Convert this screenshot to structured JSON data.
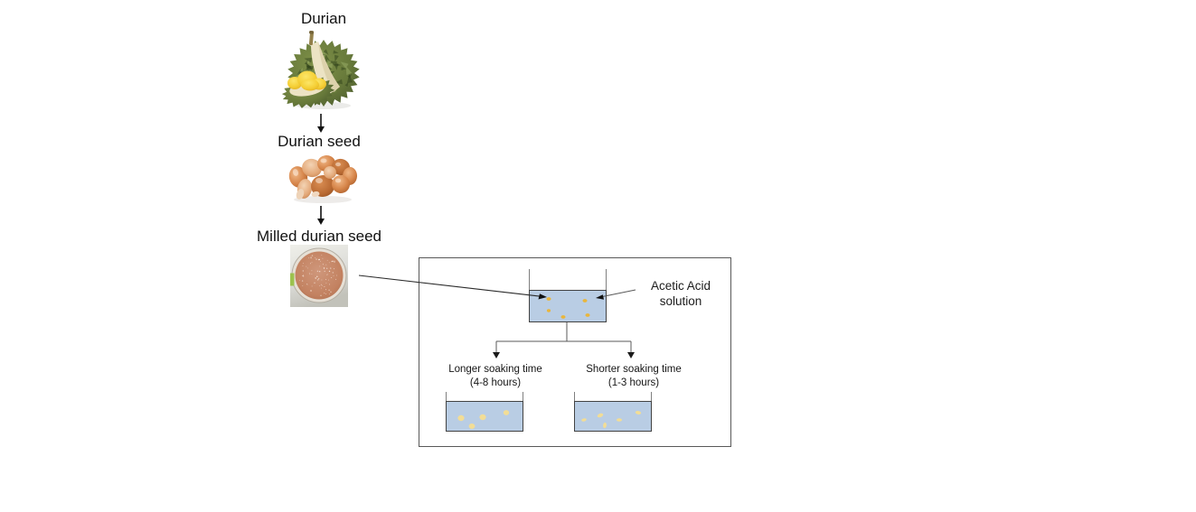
{
  "flow": {
    "step1_label": "Durian",
    "step2_label": "Durian seed",
    "step3_label": "Milled durian seed"
  },
  "box": {
    "acetic_label_line1": "Acetic Acid",
    "acetic_label_line2": "solution",
    "branch_left_line1": "Longer soaking time",
    "branch_left_line2": "(4-8 hours)",
    "branch_right_line1": "Shorter soaking time",
    "branch_right_line2": "(1-3 hours)"
  },
  "icons": {
    "durian_image": "durian-fruit-photo",
    "seeds_image": "durian-seeds-photo",
    "milled_image": "milled-durian-seed-powder-photo",
    "beaker_top": "soaking-beaker-with-seeds",
    "beaker_left": "longer-soak-beaker",
    "beaker_right": "shorter-soak-beaker"
  },
  "colors": {
    "liquid": "#b9cde4",
    "seed_dot": "#e9b63c",
    "pale_seed": "#f2dd96",
    "line": "#595959"
  }
}
